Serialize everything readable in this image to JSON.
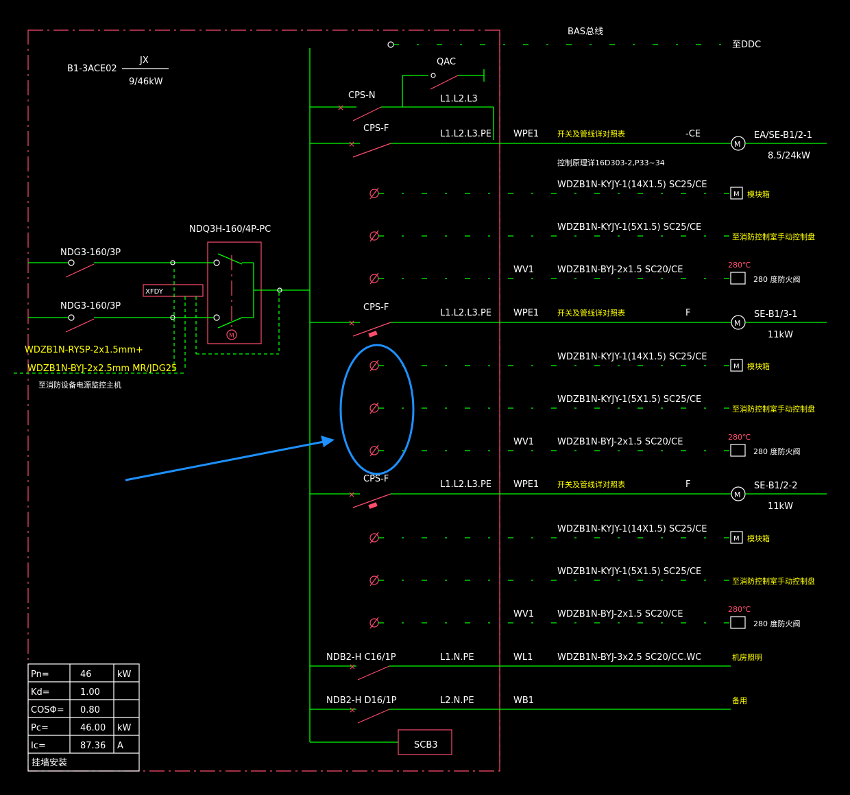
{
  "source_panel": {
    "cabinet_id": "B1-3ACE02",
    "type_label": "JX",
    "power_label": "9/46kW",
    "main_switch": "NDQ3H-160/4P-PC",
    "breaker_1": "NDG3-160/3P",
    "breaker_2": "NDG3-160/3P",
    "relay_label": "XFDY",
    "motor_symbol": "M",
    "cable_line_1": "WDZB1N-RYSP-2x1.5mm+",
    "cable_line_2": "WDZB1N-BYJ-2x2.5mm  MR/JDG25",
    "cable_dest": "至消防设备电源监控主机"
  },
  "bas": {
    "label": "BAS总线",
    "dest": "至DDC"
  },
  "circuits": {
    "c0": {
      "device": "QAC",
      "phase": "L1.L2.L3"
    },
    "c1": {
      "device": "CPS-N"
    },
    "c2": {
      "device": "CPS-F",
      "phase": "L1.L2.L3.PE",
      "line": "WPE1",
      "cable": "开关及管线详对照表",
      "laying": "-CE",
      "load_name": "EA/SE-B1/2-1",
      "load_power": "8.5/24kW",
      "note": "控制原理详16D303-2,P33~34"
    },
    "c2a": {
      "cable": "WDZB1N-KYJY-1(14X1.5)  SC25/CE",
      "dest": "模块箱",
      "symbol": "M"
    },
    "c2b": {
      "cable": "WDZB1N-KYJY-1(5X1.5)  SC25/CE",
      "dest": "至消防控制室手动控制盘"
    },
    "c2c": {
      "line": "WV1",
      "cable": "WDZB1N-BYJ-2x1.5  SC20/CE",
      "temp": "280℃",
      "dest": "280 度防火阀"
    },
    "c3": {
      "device": "CPS-F",
      "phase": "L1.L2.L3.PE",
      "line": "WPE1",
      "cable": "开关及管线详对照表",
      "laying": "F",
      "load_name": "SE-B1/3-1",
      "load_power": "11kW"
    },
    "c3a": {
      "cable": "WDZB1N-KYJY-1(14X1.5)  SC25/CE",
      "dest": "模块箱",
      "symbol": "M"
    },
    "c3b": {
      "cable": "WDZB1N-KYJY-1(5X1.5)  SC25/CE",
      "dest": "至消防控制室手动控制盘"
    },
    "c3c": {
      "line": "WV1",
      "cable": "WDZB1N-BYJ-2x1.5  SC20/CE",
      "temp": "280℃",
      "dest": "280 度防火阀"
    },
    "c4": {
      "device": "CPS-F",
      "phase": "L1.L2.L3.PE",
      "line": "WPE1",
      "cable": "开关及管线详对照表",
      "laying": "F",
      "load_name": "SE-B1/2-2",
      "load_power": "11kW"
    },
    "c4a": {
      "cable": "WDZB1N-KYJY-1(14X1.5)  SC25/CE",
      "dest": "模块箱",
      "symbol": "M"
    },
    "c4b": {
      "cable": "WDZB1N-KYJY-1(5X1.5)  SC25/CE",
      "dest": "至消防控制室手动控制盘"
    },
    "c4c": {
      "line": "WV1",
      "cable": "WDZB1N-BYJ-2x1.5  SC20/CE",
      "temp": "280℃",
      "dest": "280 度防火阀"
    },
    "c5": {
      "device": "NDB2-H C16/1P",
      "phase": "L1.N.PE",
      "line": "WL1",
      "cable": "WDZB1N-BYJ-3x2.5   SC20/CC.WC",
      "dest": "机房照明"
    },
    "c6": {
      "device": "NDB2-H D16/1P",
      "phase": "L2.N.PE",
      "line": "WB1",
      "dest": "备用"
    },
    "c7": {
      "device": "SCB3"
    }
  },
  "load_table": {
    "rows": [
      {
        "label": "Pn=",
        "value": "46",
        "unit": "kW"
      },
      {
        "label": "Kd=",
        "value": "1.00",
        "unit": ""
      },
      {
        "label": "COSΦ=",
        "value": "0.80",
        "unit": ""
      },
      {
        "label": "Pc=",
        "value": "46.00",
        "unit": "kW"
      },
      {
        "label": "Ic=",
        "value": "87.36",
        "unit": "A"
      }
    ],
    "footer": "挂墙安装"
  },
  "annotation": {
    "color": "#1e90ff"
  }
}
